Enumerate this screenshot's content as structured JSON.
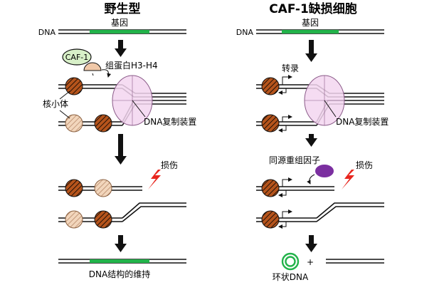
{
  "wild_type": {
    "title": "野生型",
    "dna_label": "DNA",
    "gene_label": "基因",
    "caf1_label": "CAF-1",
    "histone_label": "组蛋白H3-H4",
    "nucleosome_label": "核小体",
    "replication_label": "DNA复制装置",
    "damage_label": "损伤",
    "result_label": "DNA结构的维持"
  },
  "caf1_deficient": {
    "title": "CAF-1缺损细胞",
    "dna_label": "DNA",
    "gene_label": "基因",
    "transcription_label": "转录",
    "replication_label": "DNA复制装置",
    "recombination_label": "同源重组因子",
    "damage_label": "损伤",
    "plus_sign": "+",
    "result_label": "环状DNA"
  },
  "colors": {
    "gene": "#22b34a",
    "nucleosome_dark": "#b5541c",
    "nucleosome_light": "#f2d6bc",
    "replisome_fill": "#f3d6f0",
    "caf1_fill": "#d8f0c8",
    "histone_fill": "#f0c8a8",
    "recombination_factor": "#7b2fa0",
    "damage_bolt": "#e8261e",
    "circular_dna": "#22b34a"
  }
}
